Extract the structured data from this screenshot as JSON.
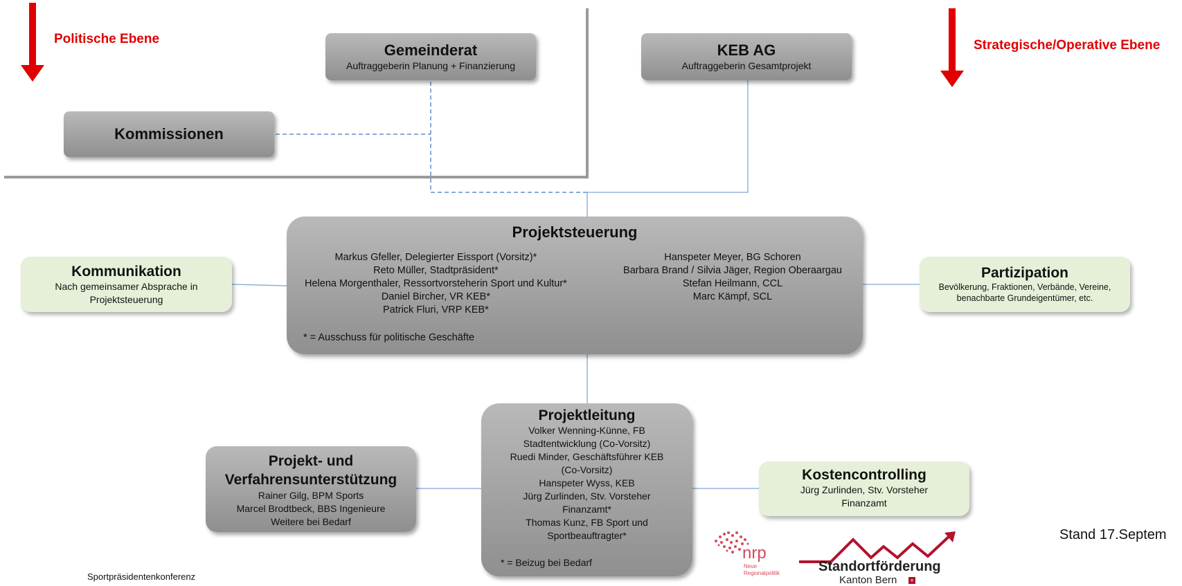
{
  "levels": {
    "political": "Politische Ebene",
    "strategic": "Strategische/Operative Ebene"
  },
  "gemeinderat": {
    "title": "Gemeinderat",
    "subtitle": "Auftraggeberin Planung + Finanzierung"
  },
  "keb": {
    "title": "KEB AG",
    "subtitle": "Auftraggeberin Gesamtprojekt"
  },
  "kommissionen": {
    "title": "Kommissionen"
  },
  "projektsteuerung": {
    "title": "Projektsteuerung",
    "left": [
      "Markus Gfeller, Delegierter Eissport (Vorsitz)*",
      "Reto Müller, Stadtpräsident*",
      "Helena Morgenthaler, Ressortvorsteherin Sport und Kultur*",
      "Daniel Bircher, VR KEB*",
      "Patrick Fluri,  VRP KEB*"
    ],
    "right": [
      "Hanspeter Meyer, BG Schoren",
      "Barbara Brand / Silvia Jäger, Region Oberaargau",
      "Stefan Heilmann, CCL",
      "Marc Kämpf, SCL"
    ],
    "footnote": "* = Ausschuss für politische Geschäfte"
  },
  "kommunikation": {
    "title": "Kommunikation",
    "text": [
      "Nach gemeinsamer Absprache in",
      "Projektsteuerung"
    ]
  },
  "partizipation": {
    "title": "Partizipation",
    "text": [
      "Bevölkerung, Fraktionen, Verbände, Vereine,",
      "benachbarte Grundeigentümer, etc."
    ]
  },
  "projektleitung": {
    "title": "Projektleitung",
    "lines": [
      "Volker Wenning-Künne, FB",
      "Stadtentwicklung (Co-Vorsitz)",
      "Ruedi Minder, Geschäftsführer KEB",
      "(Co-Vorsitz)",
      "Hanspeter Wyss, KEB",
      "Jürg Zurlinden, Stv. Vorsteher",
      "Finanzamt*",
      "Thomas Kunz, FB Sport und",
      "Sportbeauftragter*"
    ],
    "footnote": "* = Beizug bei Bedarf"
  },
  "projektunterstuetzung": {
    "title": [
      "Projekt- und",
      "Verfahrensunterstützung"
    ],
    "lines": [
      "Rainer Gilg, BPM Sports",
      "Marcel Brodtbeck, BBS Ingenieure",
      "Weitere bei Bedarf"
    ]
  },
  "kostencontrolling": {
    "title": "Kostencontrolling",
    "lines": [
      "Jürg Zurlinden, Stv. Vorsteher",
      "Finanzamt"
    ]
  },
  "footer": {
    "left": "Sportpräsidentenkonferenz",
    "stand": "Stand 17.Septem",
    "nrp_logo": "nrp",
    "nrp_sub": [
      "Neue",
      "Regionalpolitik"
    ],
    "standort_title": "Standortförderung",
    "standort_sub": "Kanton Bern"
  },
  "colors": {
    "accent_red": "#e00000",
    "line_blue": "#7fa7d6",
    "green_box": "#e6f0d9"
  }
}
